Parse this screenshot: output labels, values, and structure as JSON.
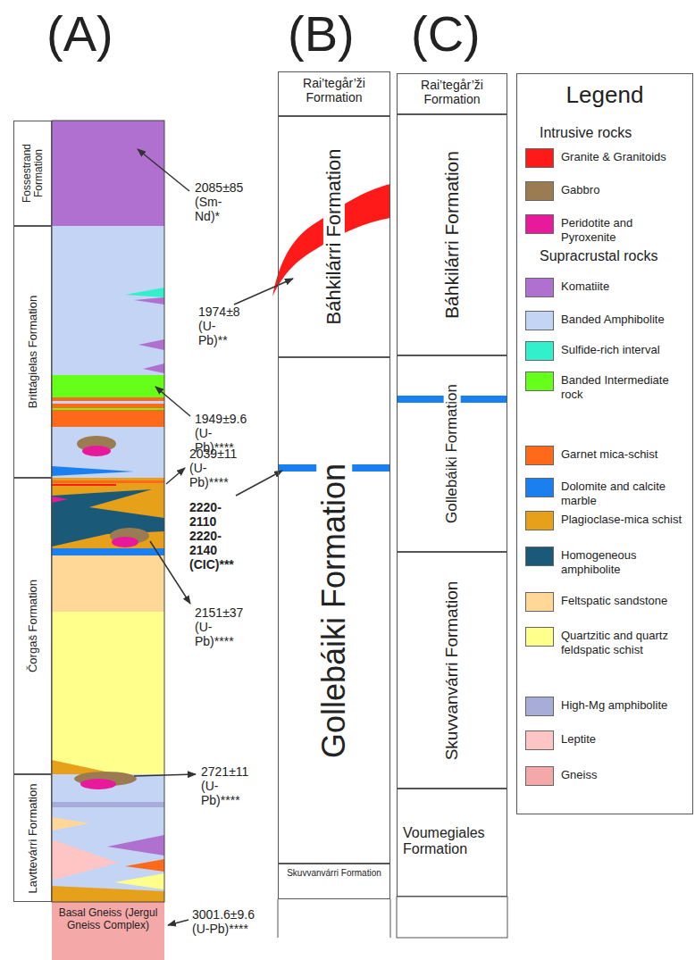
{
  "diagram": {
    "nodes": [
      {
        "text": [
          "Fossestrand Formation"
        ]
      },
      {
        "text": [
          "Brittágielas Formation"
        ]
      },
      {
        "text": [
          "Čorgaš Formation"
        ]
      },
      {
        "text": [
          "Lavttevárri Formation"
        ]
      },
      {
        "text": [
          "Basal Gneiss (Jergul Gneiss Complex)"
        ]
      },
      {
        "text": [
          "Rai’tegår’ži Formation"
        ]
      },
      {
        "text": [
          "Báhkilárri Formation"
        ]
      },
      {
        "text": [
          "Gollebáiki Formation"
        ]
      },
      {
        "text": [
          "Skuvvanvárri Formation"
        ]
      },
      {
        "text": [
          "Rai’tegår’ži Formation"
        ]
      },
      {
        "text": [
          "Báhkilárri Formation"
        ]
      },
      {
        "text": [
          "Gollebáiki Formation"
        ]
      },
      {
        "text": [
          "Skuvvanvárri Formation"
        ]
      },
      {
        "text": [
          "Voumegiales Formation"
        ]
      },
      {
        "text": [
          "Legend"
        ]
      }
    ],
    "labels": [
      "(A)",
      "(B)",
      "(C)",
      "2085±85 (Sm-Nd)*",
      "1974±8 (U-Pb)**",
      "1949±9.6 (U-Pb)****",
      "2039±11 (U-Pb)****",
      "2220-2110 2220-2140 (CIC)***",
      "2151±37 (U-Pb)****",
      "2721±11 (U-Pb)****",
      "3001.6±9.6 (U-Pb)****",
      "Intrusive rocks",
      "Supracrustal rocks"
    ],
    "legend": [
      {
        "text": "Granite & Granitoids",
        "color": "#ff1a1a"
      },
      {
        "text": "Gabbro",
        "color": "#9b7b52"
      },
      {
        "text": "Peridotite and Pyroxenite",
        "color": "#e8199a"
      },
      {
        "text": "Komatiite",
        "color": "#b070d0"
      },
      {
        "text": "Banded Amphibolite",
        "color": "#c4d4f4"
      },
      {
        "text": "Sulfide-rich interval",
        "color": "#33f0cc"
      },
      {
        "text": "Banded Intermediate rock",
        "color": "#66ff1a"
      },
      {
        "text": "Garnet mica-schist",
        "color": "#ff6a1a"
      },
      {
        "text": "Dolomite and calcite marble",
        "color": "#1a80f0"
      },
      {
        "text": "Plagioclase-mica schist",
        "color": "#e6a01a"
      },
      {
        "text": "Homogeneous amphibolite",
        "color": "#1a5a78"
      },
      {
        "text": "Feltspatic sandstone",
        "color": "#ffd898"
      },
      {
        "text": "Quartzitic and quartz feldspatic schist",
        "color": "#ffff8c"
      },
      {
        "text": "High-Mg amphibolite",
        "color": "#a8acd8"
      },
      {
        "text": "Leptite",
        "color": "#ffc4c4"
      },
      {
        "text": "Gneiss",
        "color": "#f4a8a8"
      }
    ]
  }
}
